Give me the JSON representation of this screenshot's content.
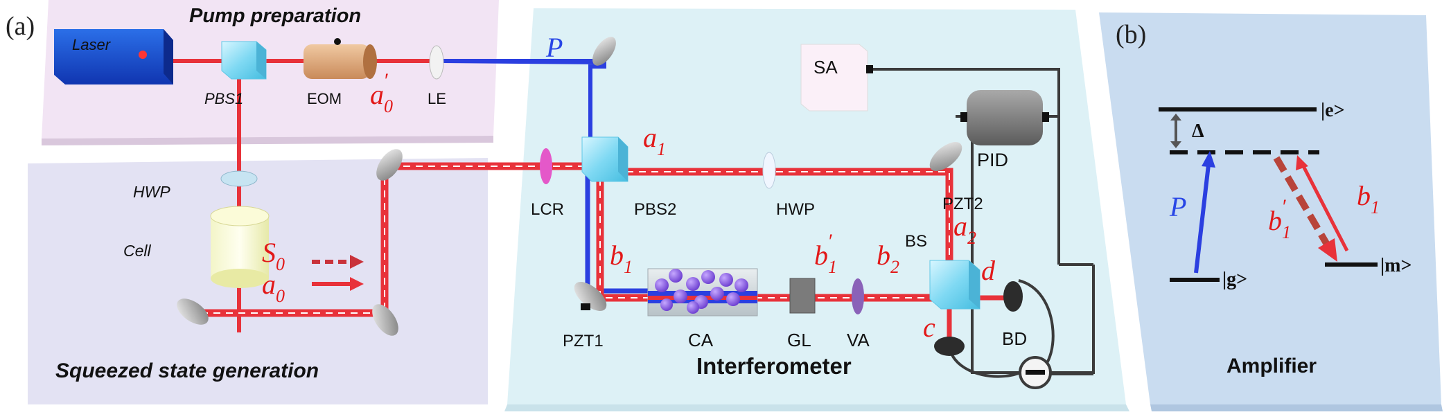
{
  "panels": {
    "a": "(a)",
    "b": "(b)"
  },
  "sections": {
    "pump": "Pump preparation",
    "squeezed": "Squeezed state generation",
    "interferometer": "Interferometer",
    "amplifier": "Amplifier"
  },
  "components": {
    "laser": "Laser",
    "pbs1": "PBS1",
    "eom": "EOM",
    "le": "LE",
    "hwp1": "HWP",
    "cell": "Cell",
    "sa": "SA",
    "pid": "PID",
    "lcr": "LCR",
    "pbs2": "PBS2",
    "hwp2": "HWP",
    "pzt2": "PZT2",
    "bs": "BS",
    "pzt1": "PZT1",
    "ca": "CA",
    "gl": "GL",
    "va": "VA",
    "bd": "BD"
  },
  "beams": {
    "a0p": {
      "base": "a",
      "sub": "0",
      "prime": true
    },
    "p": {
      "base": "P"
    },
    "a1": {
      "base": "a",
      "sub": "1"
    },
    "b1": {
      "base": "b",
      "sub": "1"
    },
    "b1p": {
      "base": "b",
      "sub": "1",
      "prime": true
    },
    "b2": {
      "base": "b",
      "sub": "2"
    },
    "a2": {
      "base": "a",
      "sub": "2"
    },
    "d": {
      "base": "d"
    },
    "c": {
      "base": "c"
    },
    "s0": {
      "base": "S",
      "sub": "0"
    },
    "a0": {
      "base": "a",
      "sub": "0"
    }
  },
  "levels": {
    "e": "|e>",
    "g": "|g>",
    "m": "|m>",
    "delta": "Δ",
    "p": {
      "base": "P"
    },
    "b1": {
      "base": "b",
      "sub": "1"
    },
    "b1p": {
      "base": "b",
      "sub": "1",
      "prime": true
    }
  },
  "colors": {
    "beam_red": "#e8323a",
    "beam_blue": "#2b3fe0",
    "label_red": "#e21818",
    "label_blue": "#2846e6",
    "pump_bg": "#f2e4f4",
    "squeezed_bg": "#e3e2f3",
    "interferometer_bg": "#ddf1f6",
    "amplifier_bg": "#c9dcf0"
  }
}
